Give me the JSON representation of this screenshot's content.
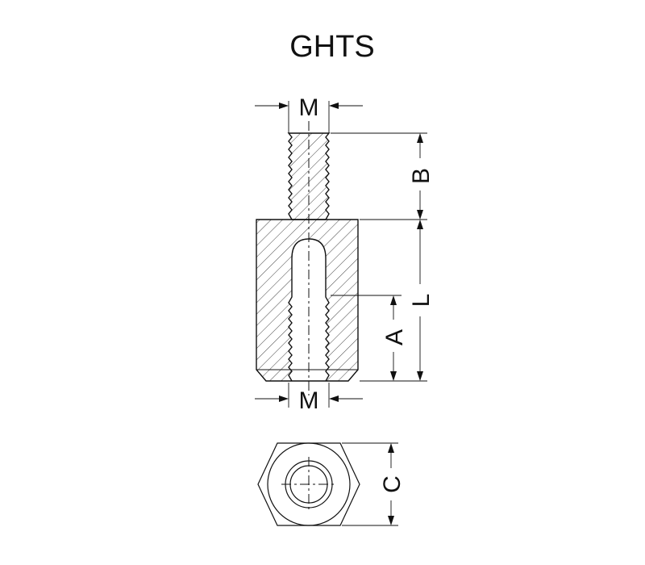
{
  "title": "GHTS",
  "labels": {
    "m_top": "M",
    "m_bottom": "M",
    "b": "B",
    "l": "L",
    "a": "A",
    "c": "C"
  },
  "colors": {
    "line": "#111111",
    "hatch": "#444444",
    "background": "#ffffff"
  }
}
